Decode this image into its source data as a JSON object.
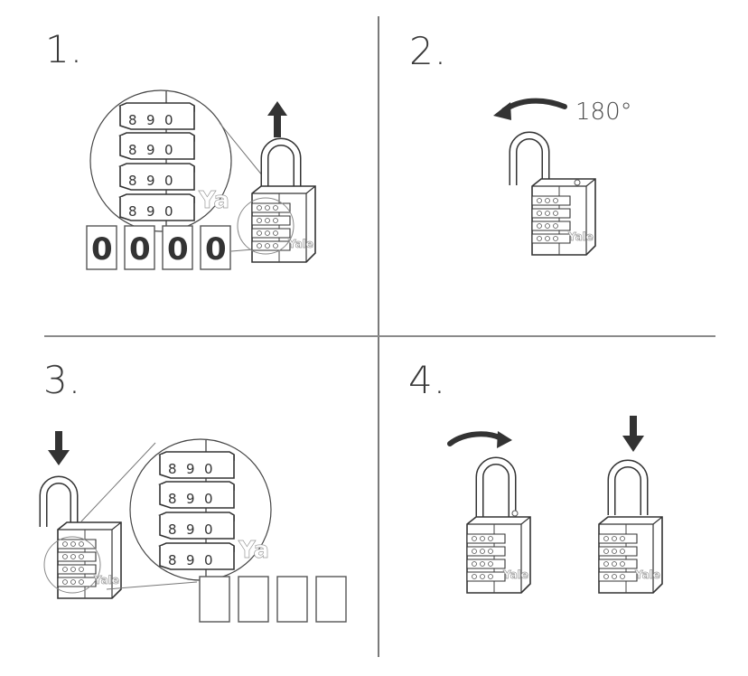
{
  "steps": [
    {
      "number": "1.",
      "action": "pull-shackle-up",
      "code": [
        "0",
        "0",
        "0",
        "0"
      ]
    },
    {
      "number": "2.",
      "action": "rotate-shackle",
      "rotation_label": "180°"
    },
    {
      "number": "3.",
      "action": "push-shackle-down",
      "code": [
        "",
        "",
        "",
        ""
      ]
    },
    {
      "number": "4.",
      "action": "rotate-back-and-close"
    }
  ],
  "brand": {
    "zoom_label": "Ya",
    "lock_label": "Yale"
  },
  "colors": {
    "line": "#7a7a7a",
    "ink": "#333333",
    "arrow": "#333333"
  }
}
